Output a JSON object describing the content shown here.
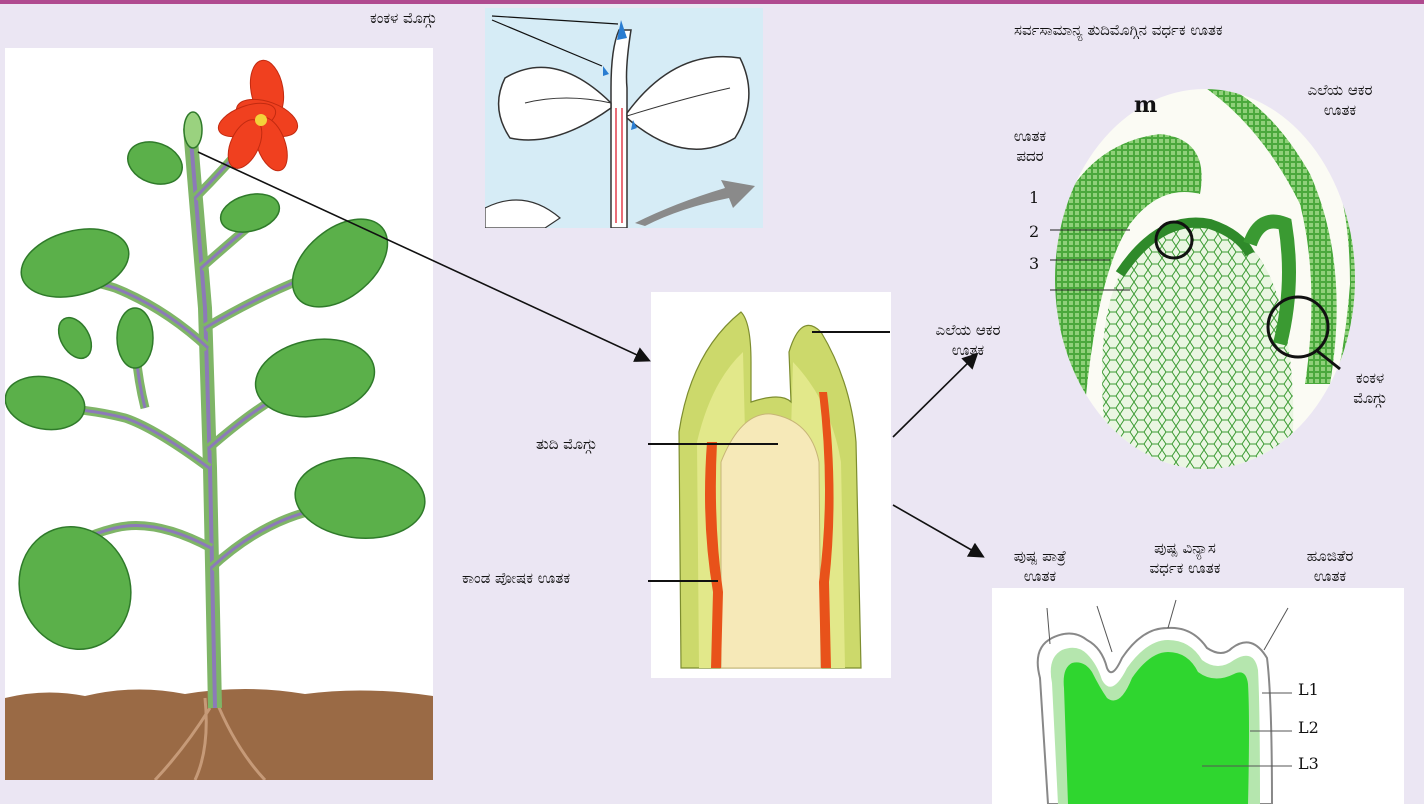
{
  "labels": {
    "axillary_bud_top": "ಕಂಕಳ ಮೊಗ್ಗು",
    "apical_meristem_title": "ಸರ್ವಸಾಮಾನ್ಯ ತುದಿಮೊಗ್ಗಿನ ವರ್ಧಕ ಊತಕ",
    "leaf_primordium_top_line1": "ಎಲೆಯ ಆಕರ",
    "leaf_primordium_top_line2": "ಊತಕ",
    "tissue_layer_line1": "ಊತಕ",
    "tissue_layer_line2": "ಪದರ",
    "layer_1": "1",
    "layer_2": "2",
    "layer_3": "3",
    "axillary_bud_right_line1": "ಕಂಕಳ",
    "axillary_bud_right_line2": "ಮೊಗ್ಗು",
    "leaf_primordium_mid_line1": "ಎಲೆಯ ಆಕರ",
    "leaf_primordium_mid_line2": "ಊತಕ",
    "apical_bud": "ತುದಿ ಮೊಗ್ಗು",
    "stem_vascular_tissue": "ಕಾಂಡ ಪೋಷಕ ಊತಕ",
    "receptacle_line1": "ಪುಷ್ಪ ಪಾತ್ರೆ",
    "receptacle_line2": "ಊತಕ",
    "inflorescence_line1": "ಪುಷ್ಪ ವಿನ್ಯಾಸ",
    "inflorescence_line2": "ವರ್ಧಕ ಊತಕ",
    "bract_line1": "ಹೂಜಿತೆರ",
    "bract_line2": "ಊತಕ",
    "L1": "L1",
    "L2": "L2",
    "L3": "L3"
  },
  "colors": {
    "background": "#ebe6f3",
    "accent_bar": "#b04a8f",
    "leaf_green": "#3f9b35",
    "stem_purple": "#8c7ab8",
    "flower_red": "#f0401f",
    "meristem_green": "#2fd62f",
    "vascular_orange": "#e8521a"
  }
}
